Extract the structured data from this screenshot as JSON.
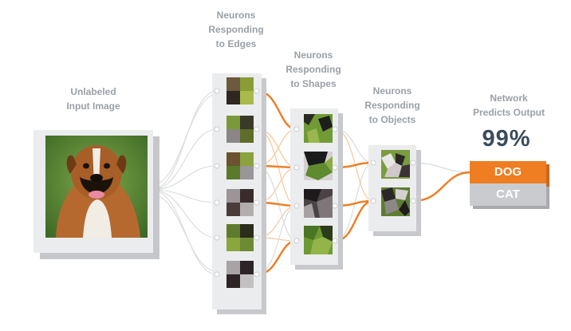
{
  "labels": {
    "input": [
      "Unlabeled",
      "Input Image"
    ],
    "edges": [
      "Neurons",
      "Responding",
      "to Edges"
    ],
    "shapes": [
      "Neurons",
      "Responding",
      "to Shapes"
    ],
    "objects": [
      "Neurons",
      "Responding",
      "to Objects"
    ],
    "output": [
      "Network",
      "Predicts Output"
    ]
  },
  "prediction": {
    "confidence": "99%",
    "classes": [
      "DOG",
      "CAT"
    ],
    "selected": "DOG"
  },
  "colors": {
    "accent": "#ef7d22",
    "connector": "#d8dadc",
    "frame": "#ebecee",
    "caption": "#9aa0a6",
    "percent": "#3b4a5c"
  },
  "layers": {
    "edges_count": 6,
    "shapes_count": 4,
    "objects_count": 2
  }
}
